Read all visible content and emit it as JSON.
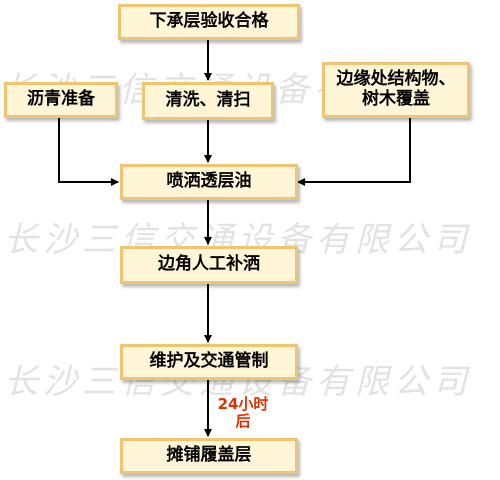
{
  "flow": {
    "step1": "下承层验收合格",
    "left": "沥青准备",
    "middle": "清洗、清扫",
    "right_line1": "边缘处结构物、",
    "right_line2": "树木覆盖",
    "spray": "喷洒透层油",
    "corner": "边角人工补洒",
    "maintain": "维护及交通管制",
    "wait_line1": "24小时",
    "wait_line2": "后",
    "final": "摊铺履盖层"
  },
  "watermark": "长沙三信交通设备有限公司",
  "colors": {
    "box_fill": "#fff6d8",
    "box_border": "#f0c470",
    "time_text": "#e03000"
  }
}
